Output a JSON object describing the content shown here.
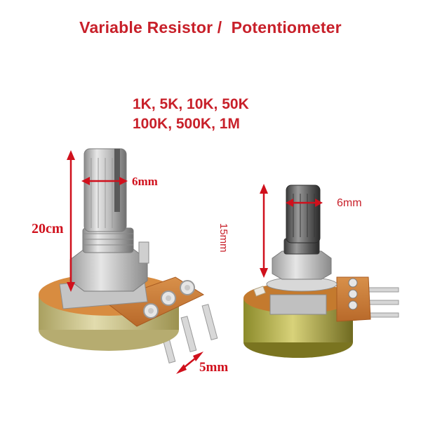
{
  "header": {
    "title": "Variable Resistor /  Potentiometer"
  },
  "values": {
    "line1": "1K, 5K, 10K, 50K",
    "line2": "100K, 500K, 1M"
  },
  "left_pot": {
    "height_label": "20cm",
    "shaft_label": "6mm",
    "pin_label": "5mm"
  },
  "right_pot": {
    "height_label": "15mm",
    "shaft_label": "6mm"
  },
  "colors": {
    "accent_red": "#c8202a",
    "pcb_orange": "#c97a2e",
    "metal": "#b8b8b8",
    "housing_gold": "#c9c18a"
  }
}
